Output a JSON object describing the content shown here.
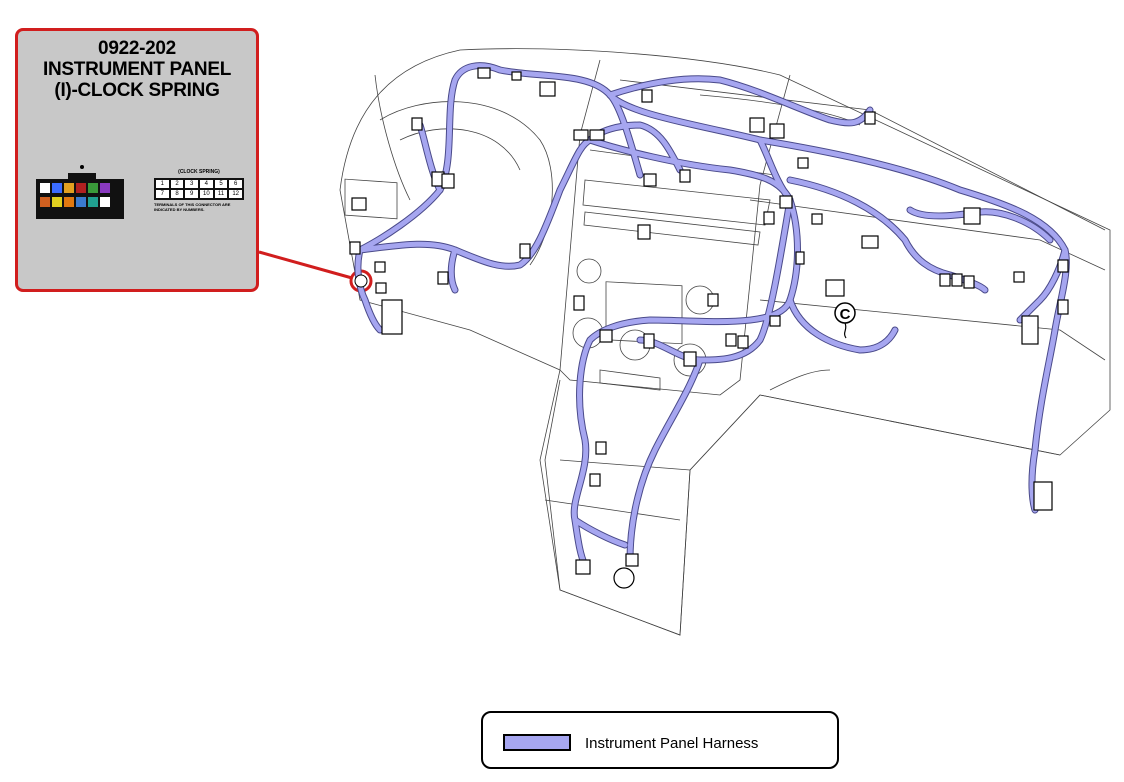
{
  "callout": {
    "code": "0922-202",
    "line1": "INSTRUMENT PANEL",
    "line2": "(I)-CLOCK SPRING"
  },
  "connector_small_text": {
    "header": "(CLOCK SPRING)",
    "row1": [
      "1",
      "2",
      "3",
      "4",
      "5",
      "6"
    ],
    "row2": [
      "7",
      "8",
      "9",
      "10",
      "11",
      "12"
    ],
    "note": "TERMINALS OF THIS CONNECTOR ARE INDICATED BY NUMBERS."
  },
  "legend": {
    "label": "Instrument Panel Harness",
    "swatch_color": "#a6a6f0"
  },
  "marker": {
    "letter": "C"
  },
  "colors": {
    "harness": "#a6a6f0",
    "harness_outline": "#4a4a8a",
    "callout_border": "#d11e1e",
    "callout_bg": "#c8c8c8"
  }
}
